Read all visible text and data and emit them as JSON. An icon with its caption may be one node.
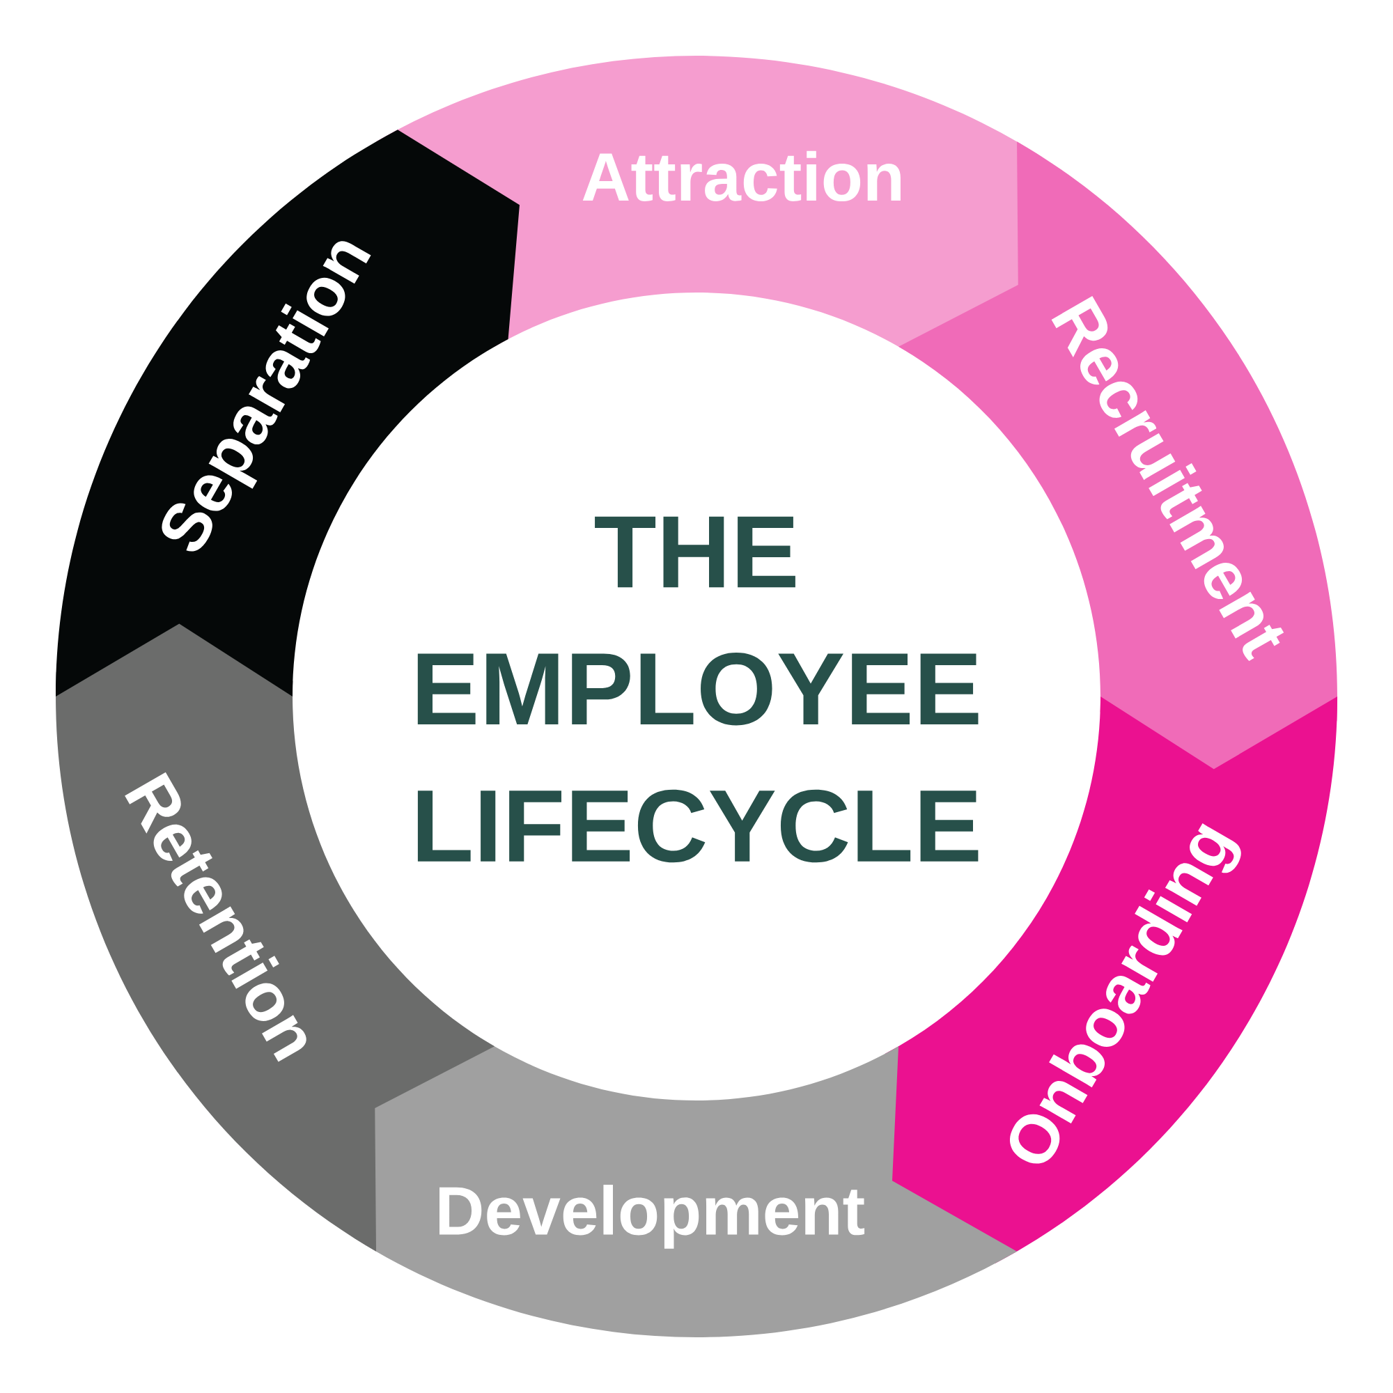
{
  "diagram": {
    "title": "THE EMPLOYEE LIFECYCLE",
    "nodes": [
      {
        "text": [
          "Attraction"
        ]
      },
      {
        "text": [
          "Recruitment"
        ]
      },
      {
        "text": [
          "Onboarding"
        ]
      },
      {
        "text": [
          "Development"
        ]
      },
      {
        "text": [
          "Retention"
        ]
      },
      {
        "text": [
          "Separation"
        ]
      }
    ]
  }
}
